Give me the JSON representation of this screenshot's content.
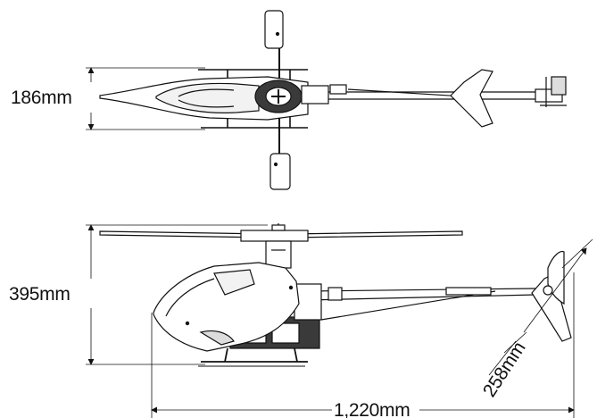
{
  "dimensions": {
    "top_view_height": "186mm",
    "side_view_height": "395mm",
    "tail_rotor_diameter": "258mm",
    "overall_length": "1,220mm"
  },
  "colors": {
    "line": "#111111",
    "background": "#ffffff",
    "light_fill": "#f2f2f2",
    "dark_fill": "#3a3a3a"
  }
}
